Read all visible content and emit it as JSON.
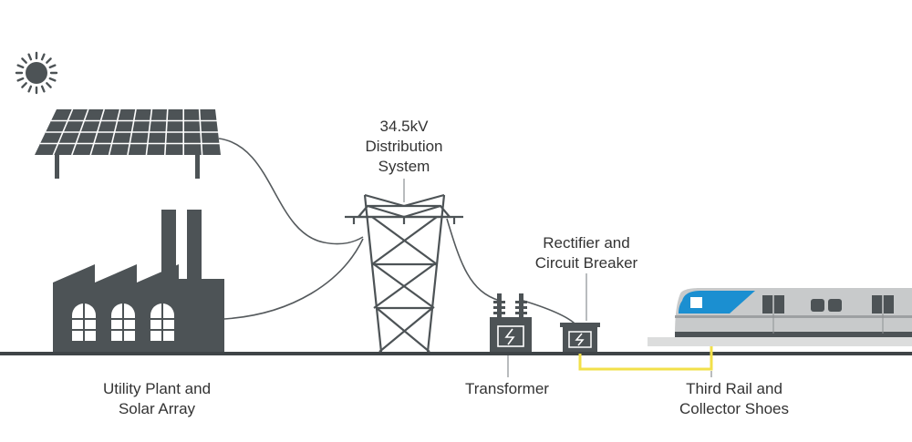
{
  "labels": {
    "distribution": [
      "34.5kV",
      "Distribution",
      "System"
    ],
    "rectifier": [
      "Rectifier and",
      "Circuit Breaker"
    ],
    "utility": [
      "Utility Plant and",
      "Solar Array"
    ],
    "transformer": "Transformer",
    "third_rail": [
      "Third Rail and",
      "Collector Shoes"
    ]
  },
  "icons": [
    "sun-icon",
    "solar-panel-icon",
    "factory-icon",
    "transmission-tower-icon",
    "transformer-icon",
    "rectifier-icon",
    "train-icon"
  ],
  "colors": {
    "equipment": "#4d5356",
    "wire": "#555a5d",
    "ground": "#3f4447",
    "third_rail": "#f2e04a",
    "train_body": "#c8cacb",
    "train_accent": "#1b8fd1",
    "text": "#333333"
  }
}
